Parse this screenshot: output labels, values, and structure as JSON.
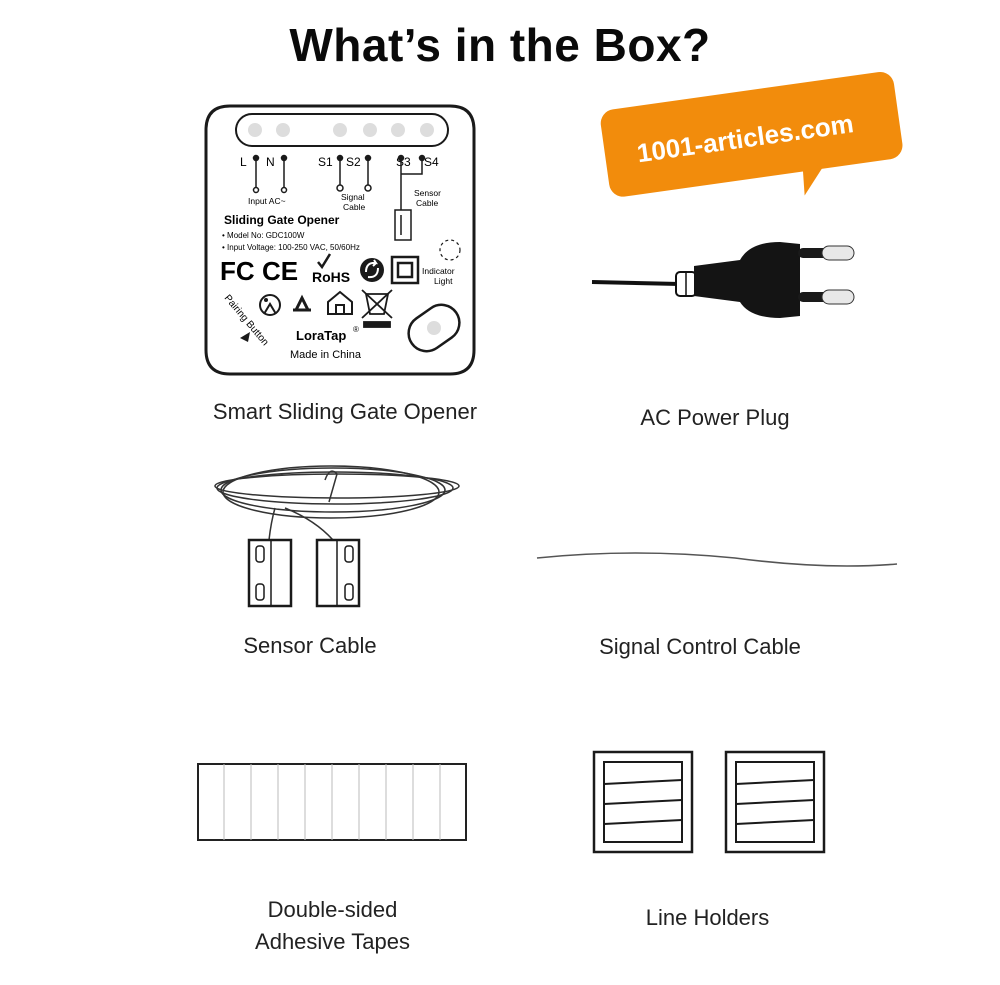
{
  "title": "What’s in the Box?",
  "watermark": "1001-articles.com",
  "colors": {
    "badge": "#f28c0c",
    "ink": "#1a1a1a"
  },
  "device": {
    "terminals_left": [
      "L",
      "N"
    ],
    "terminals_right": [
      "S1",
      "S2",
      "S3",
      "S4"
    ],
    "label_input": "Input AC~",
    "label_signal": "Signal\nCable",
    "label_signal_1": "Signal",
    "label_signal_2": "Cable",
    "label_sensor_1": "Sensor",
    "label_sensor_2": "Cable",
    "product_name": "Sliding Gate Opener",
    "model": "• Model No: GDC100W",
    "voltage": "• Input Voltage: 100-250 VAC, 50/60Hz",
    "indicator_1": "Indicator",
    "indicator_2": "Light",
    "pairing": "Pairing Button",
    "brand": "LoraTap",
    "brand_mark": "®",
    "made_in": "Made in China",
    "cert_fc": "FC",
    "cert_ce": "CE",
    "cert_rohs": "RoHS"
  },
  "items": {
    "opener": "Smart Sliding Gate Opener",
    "plug": "AC Power Plug",
    "sensor": "Sensor Cable",
    "signal": "Signal Control Cable",
    "tapes_1": "Double-sided",
    "tapes_2": "Adhesive Tapes",
    "holders": "Line Holders"
  }
}
